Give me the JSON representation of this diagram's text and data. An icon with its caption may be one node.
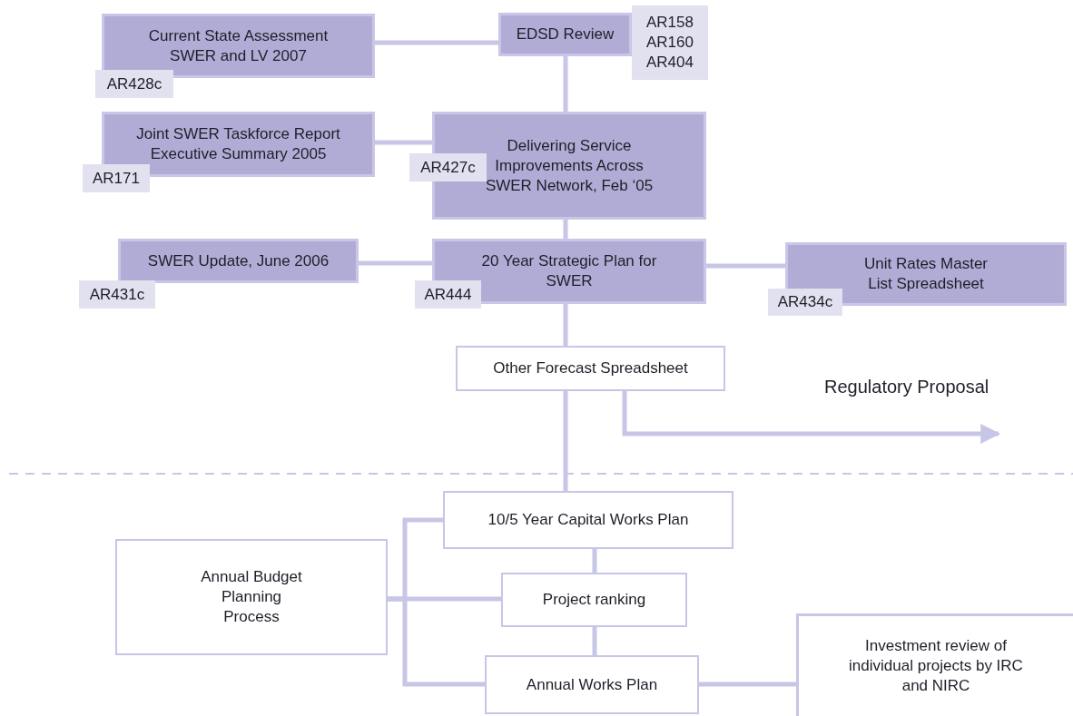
{
  "diagram": {
    "nodes": [
      {
        "text": [
          "Current State Assessment SWER and LV 2007"
        ]
      },
      {
        "text": [
          "AR428c"
        ]
      },
      {
        "text": [
          "EDSD Review"
        ]
      },
      {
        "text": [
          "AR158 AR160 AR404"
        ]
      },
      {
        "text": [
          "Joint SWER Taskforce Report Executive Summary 2005"
        ]
      },
      {
        "text": [
          "AR171"
        ]
      },
      {
        "text": [
          "Delivering Service Improvements Across SWER Network, Feb ‘05"
        ]
      },
      {
        "text": [
          "AR427c"
        ]
      },
      {
        "text": [
          "SWER Update, June 2006"
        ]
      },
      {
        "text": [
          "AR431c"
        ]
      },
      {
        "text": [
          "20 Year Strategic Plan for SWER"
        ]
      },
      {
        "text": [
          "AR444"
        ]
      },
      {
        "text": [
          "Unit Rates Master List Spreadsheet"
        ]
      },
      {
        "text": [
          "AR434c"
        ]
      },
      {
        "text": [
          "Other Forecast Spreadsheet"
        ]
      },
      {
        "text": [
          "10/5 Year Capital Works Plan"
        ]
      },
      {
        "text": [
          "Annual Budget Planning Process"
        ]
      },
      {
        "text": [
          "Project ranking"
        ]
      },
      {
        "text": [
          "Annual Works Plan"
        ]
      },
      {
        "text": [
          "Investment review of individual projects by IRC and NIRC"
        ]
      }
    ],
    "edges": [
      {
        "from": 0,
        "to": 2,
        "arrow": "none"
      },
      {
        "from": 2,
        "to": 6,
        "arrow": "none"
      },
      {
        "from": 4,
        "to": 6,
        "arrow": "none"
      },
      {
        "from": 6,
        "to": 10,
        "arrow": "none"
      },
      {
        "from": 8,
        "to": 10,
        "arrow": "none"
      },
      {
        "from": 10,
        "to": 12,
        "arrow": "none"
      },
      {
        "from": 10,
        "to": 14,
        "arrow": "none"
      },
      {
        "from": 14,
        "to": null,
        "arrow": "to"
      },
      {
        "from": 14,
        "to": 15,
        "arrow": "none"
      },
      {
        "from": 15,
        "to": 17,
        "arrow": "none"
      },
      {
        "from": 17,
        "to": 18,
        "arrow": "none"
      },
      {
        "from": 16,
        "to": 15,
        "arrow": "none"
      },
      {
        "from": 16,
        "to": 17,
        "arrow": "none"
      },
      {
        "from": 16,
        "to": 18,
        "arrow": "none"
      },
      {
        "from": 18,
        "to": 19,
        "arrow": "none"
      }
    ],
    "labels": [
      "Regulatory Proposal"
    ]
  }
}
